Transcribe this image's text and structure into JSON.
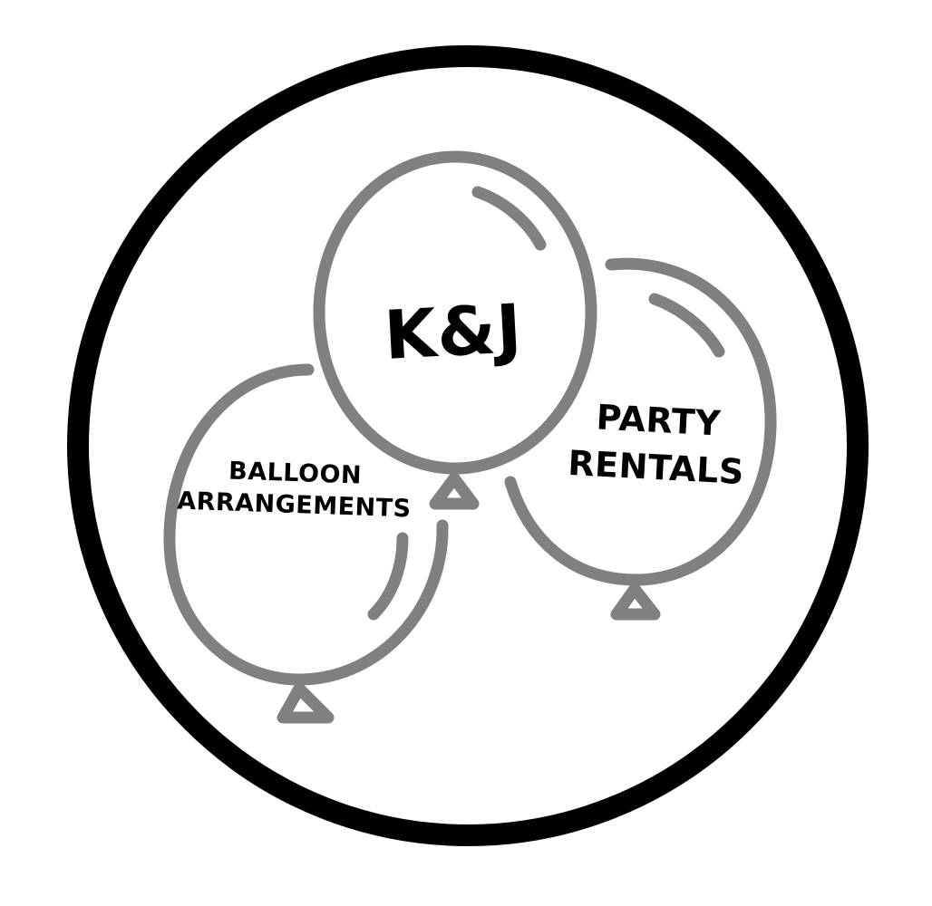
{
  "logo": {
    "brand": "K&J",
    "left_balloon": {
      "line1": "BALLOON",
      "line2": "ARRANGEMENTS"
    },
    "right_balloon": {
      "line1": "PARTY",
      "line2": "RENTALS"
    }
  },
  "colors": {
    "ring": "#000000",
    "balloon_outline": "#808080",
    "text": "#000000",
    "background": "#ffffff"
  },
  "icons": [
    "balloon-icon",
    "balloon-icon",
    "balloon-icon"
  ]
}
